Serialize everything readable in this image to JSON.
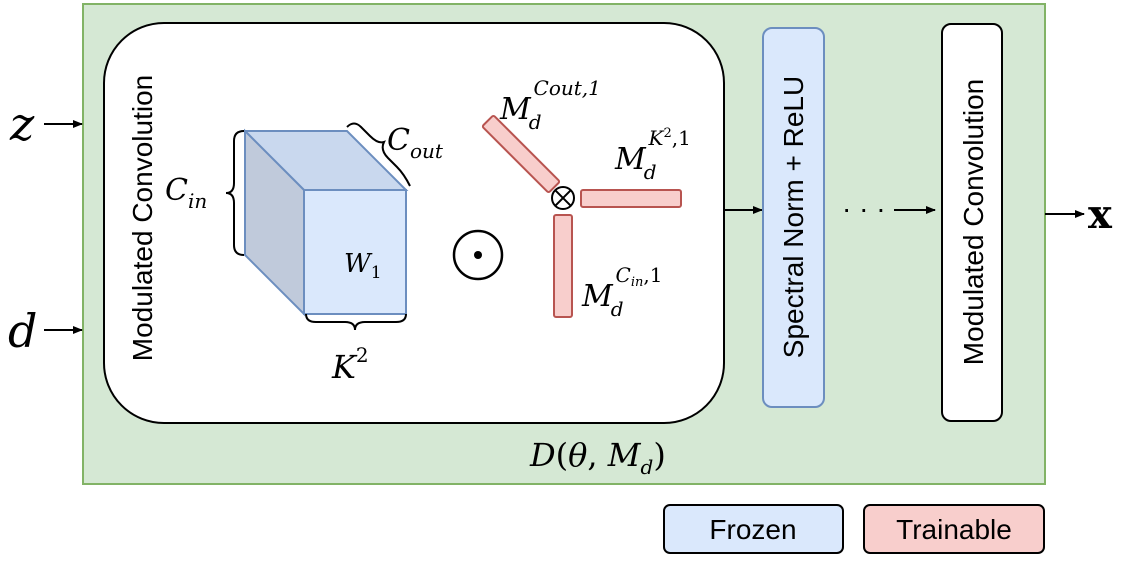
{
  "inputs": {
    "z": "z",
    "d": "d"
  },
  "output": "x",
  "outer_box_label": {
    "D": "D",
    "open": "(",
    "theta": "θ",
    "comma": ", ",
    "M": "M",
    "sub": "d",
    "close": ")"
  },
  "modulated_block": {
    "title": "Modulated Convolution",
    "cube": {
      "weight": "W",
      "weight_sub": "1",
      "c_in": "C",
      "c_in_sub": "in",
      "c_out": "C",
      "c_out_sub": "out",
      "k2": "K",
      "k2_sup": "2"
    },
    "hadamard_symbol": "⊙",
    "tensor_symbol": "⊗",
    "factors": {
      "cout": {
        "M": "M",
        "sub": "d",
        "sup": "Cout,1"
      },
      "k2": {
        "M": "M",
        "sub": "d",
        "sup_base": "K",
        "sup_exp": "2",
        "sup_tail": ",1"
      },
      "cin": {
        "M": "M",
        "sub": "d",
        "sup_base": "C",
        "sup_sub": "in",
        "sup_tail": ",1"
      }
    }
  },
  "spectral_block": "Spectral Norm + ReLU",
  "ellipsis": "· · ·",
  "modulated_block_2": "Modulated Convolution",
  "legend": {
    "frozen": "Frozen",
    "trainable": "Trainable"
  },
  "colors": {
    "outer_fill": "#d5e8d4",
    "outer_stroke": "#82b366",
    "frozen_fill": "#dae8fc",
    "frozen_stroke": "#6c8ebf",
    "trainable_fill": "#f8cecc",
    "trainable_stroke": "#b85450"
  }
}
